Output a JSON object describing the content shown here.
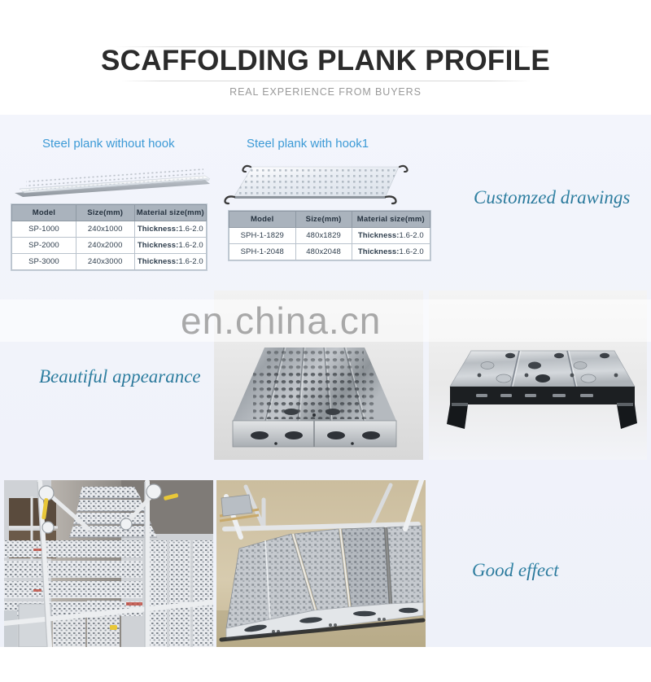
{
  "header": {
    "title": "SCAFFOLDING PLANK PROFILE",
    "subtitle": "REAL EXPERIENCE FROM BUYERS"
  },
  "watermark": {
    "text": "en.china.cn"
  },
  "captions": {
    "customized_drawings": "Customzed drawings",
    "beautiful_appearance": "Beautiful appearance",
    "good_effect": "Good effect"
  },
  "sections": {
    "plank_without_hook": {
      "heading": "Steel plank without hook",
      "table": {
        "columns": [
          "Model",
          "Size(mm)",
          "Material size(mm)"
        ],
        "rows": [
          {
            "model": "SP-1000",
            "size": "240x1000",
            "material_label": "Thickness:",
            "material_value": "1.6-2.0"
          },
          {
            "model": "SP-2000",
            "size": "240x2000",
            "material_label": "Thickness:",
            "material_value": "1.6-2.0"
          },
          {
            "model": "SP-3000",
            "size": "240x3000",
            "material_label": "Thickness:",
            "material_value": "1.6-2.0"
          }
        ]
      }
    },
    "plank_with_hook1": {
      "heading": "Steel plank with hook1",
      "table": {
        "columns": [
          "Model",
          "Size(mm)",
          "Material size(mm)"
        ],
        "rows": [
          {
            "model": "SPH-1-1829",
            "size": "480x1829",
            "material_label": "Thickness:",
            "material_value": "1.6-2.0"
          },
          {
            "model": "SPH-1-2048",
            "size": "480x2048",
            "material_label": "Thickness:",
            "material_value": "1.6-2.0"
          }
        ]
      }
    }
  },
  "colors": {
    "page_background": "#ffffff",
    "body_background": "#f2f4fb",
    "title_text": "#2b2b2b",
    "subtitle_text": "#9a9a9a",
    "heading_blue": "#3c9ad6",
    "caption_teal": "#2f7fa0",
    "table_header_bg": "#aab3bd",
    "table_border": "#b9c2cc"
  },
  "photos": {
    "mid_left": {
      "name": "galvanized-steel-planks-close-up"
    },
    "mid_right": {
      "name": "steel-plank-cross-section-end"
    },
    "bot_left": {
      "name": "scaffolding-stair-installation"
    },
    "bot_right": {
      "name": "scaffolding-planks-on-site"
    }
  }
}
